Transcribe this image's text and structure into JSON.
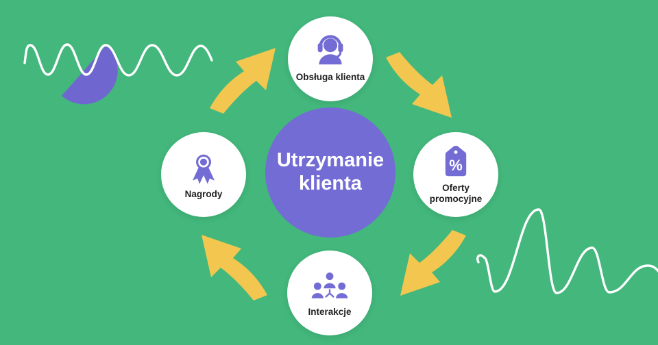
{
  "diagram": {
    "type": "cycle",
    "language": "Polish",
    "center": {
      "title_line1": "Utrzymanie",
      "title_line2": "klienta"
    },
    "nodes": {
      "top": {
        "label": "Obsługa klienta",
        "icon": "support-agent-icon"
      },
      "right": {
        "label_line1": "Oferty",
        "label_line2": "promocyjne",
        "icon": "discount-tag-icon",
        "icon_symbol": "%"
      },
      "bottom": {
        "label": "Interakcje",
        "icon": "people-network-icon"
      },
      "left": {
        "label": "Nagrody",
        "icon": "award-ribbon-icon"
      }
    },
    "arrows": [
      {
        "from": "Nagrody",
        "to": "Obsługa klienta",
        "direction": "up-right"
      },
      {
        "from": "Obsługa klienta",
        "to": "Oferty promocyjne",
        "direction": "down-right"
      },
      {
        "from": "Oferty promocyjne",
        "to": "Interakcje",
        "direction": "down-left"
      },
      {
        "from": "Interakcje",
        "to": "Nagrody",
        "direction": "up-left"
      }
    ],
    "decorations": [
      "left-wavy-line",
      "purple-half-disc",
      "right-wavy-line"
    ],
    "colors": {
      "background": "#43b77c",
      "purple": "#736cd4",
      "arrow_yellow": "#f3c74f",
      "node_fill": "#ffffff",
      "label_text": "#212121",
      "center_text": "#ffffff",
      "wave_line": "#ffffff"
    }
  }
}
